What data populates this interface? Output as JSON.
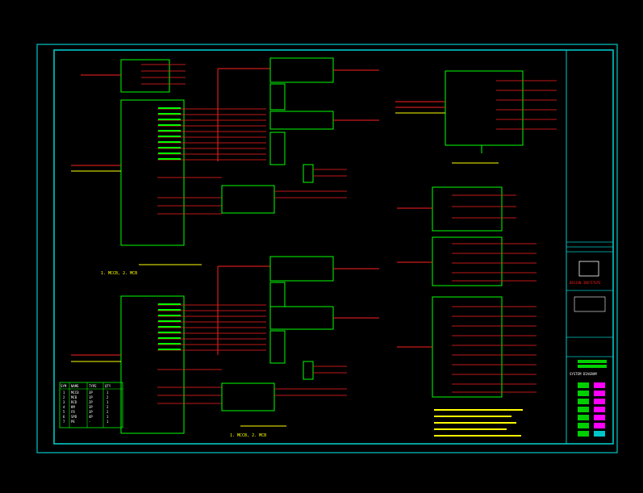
{
  "colors": {
    "background": "#000000",
    "frame_border": "#00c8c8",
    "box_green": "#00ff00",
    "wire_red": "#ff2020",
    "label_yellow": "#ffff00",
    "text_white": "#ffffff",
    "magenta_cell": "#ff00ff",
    "titleblock_green": "#00d000"
  },
  "notes": {
    "upper_panel_note": "1. MCCB, 2. MCB",
    "lower_panel_note": "1. MCCB, 2. MCB"
  },
  "legend": {
    "columns": [
      "SYM",
      "NAME",
      "TYPE",
      "QTY"
    ],
    "rows": [
      [
        "1",
        "MCCB",
        "3P",
        "1"
      ],
      [
        "2",
        "MCB",
        "1P",
        "2"
      ],
      [
        "3",
        "RCD",
        "2P",
        "1"
      ],
      [
        "4",
        "KM",
        "3P",
        "2"
      ],
      [
        "5",
        "FR",
        "3P",
        "2"
      ],
      [
        "6",
        "SPD",
        "4P",
        "1"
      ],
      [
        "7",
        "PE",
        "-",
        "1"
      ]
    ]
  },
  "title_block": {
    "company": "DESIGN INSTITUTE",
    "drawing_title": "SYSTEM DIAGRAM"
  }
}
